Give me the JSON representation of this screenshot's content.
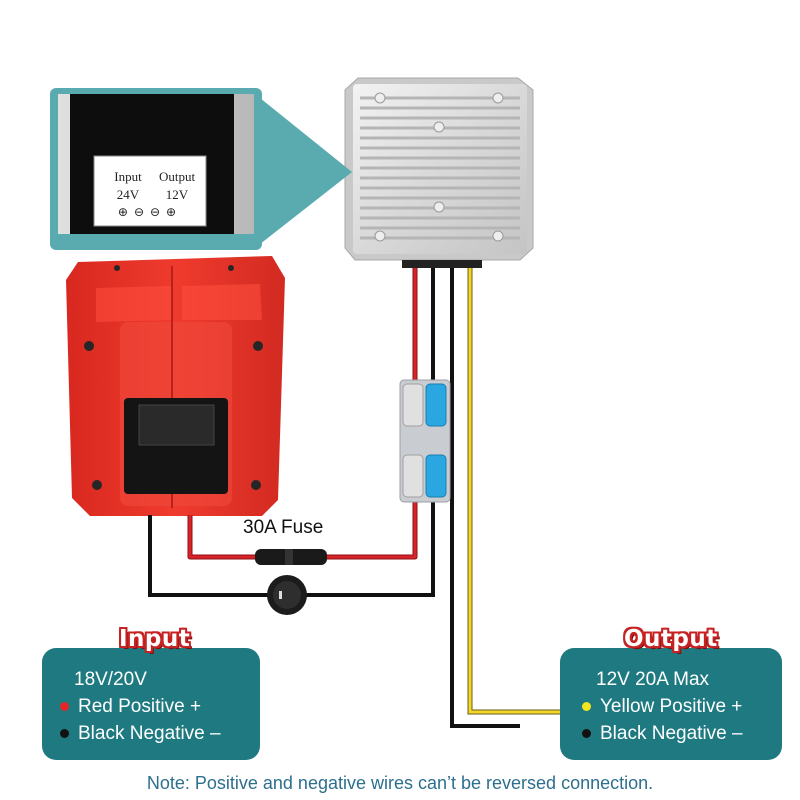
{
  "fuse_label": "30A Fuse",
  "callout": {
    "input_label": "Input",
    "input_voltage": "24V",
    "output_label": "Output",
    "output_voltage": "12V"
  },
  "input_box": {
    "title": "Input",
    "voltage": "18V/20V",
    "red_label": "Red Positive +",
    "black_label": "Black Negative –"
  },
  "output_box": {
    "title": "Output",
    "rating": "12V 20A Max",
    "yellow_label": "Yellow Positive +",
    "black_label": "Black Negative –"
  },
  "note": "Note: Positive and negative wires can’t be reversed connection.",
  "colors": {
    "teal": "#1e7a80",
    "battery_red": "#e5352b",
    "wire_red": "#d9232b",
    "wire_yellow": "#f2d62c",
    "tag_red": "#c62222",
    "note_text": "#2c6f8e"
  }
}
